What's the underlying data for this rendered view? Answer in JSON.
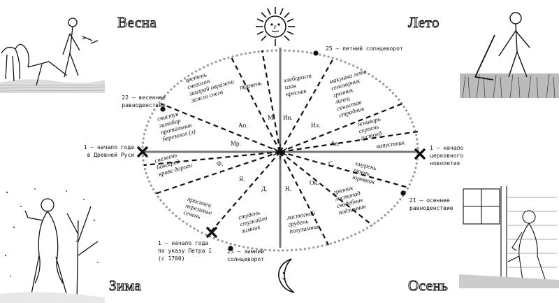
{
  "seasons": {
    "spring": "Весна",
    "summer": "Лето",
    "winter": "Зима",
    "autumn": "Осень"
  },
  "events": {
    "spring_equinox": "22 – весеннее\nравноденствие",
    "summer_solstice": "25 – летний солнцеворот",
    "autumn_equinox": "21 – осеннее\nравноденствие",
    "winter_solstice": "25 – зимний\nсолнцеворот",
    "new_year_rus": "1 – начало года\nв Древней Руси",
    "new_year_church": "1 – начало\nцерковного\nноволетия",
    "new_year_peter": "1 – начало года\nпо указу Петра I\n(с 1700)"
  },
  "months": {
    "march": "свистун\nзимобор\nпротальник\nберезозол (л)",
    "april": "цветень\nснегогон\nзаиграй овражки\nзажги снега",
    "may": "травень",
    "june": "хлеборост\nизок\nкресник",
    "july": "макушка лета\nсенозарник\nгрозник\nлипец\nсеностав\nстрадник",
    "august": "жниварь\nсерпень\nгустоед",
    "september": "капустник",
    "september2": "хмурень\nрюень\nзоревник",
    "october": "грязник\nлистопад\nсвадебник\nподзимник",
    "november": "листогной\nгрудень\nполузимник",
    "december": "студень\nстужайло\nзимник",
    "january": "просинец\nперезимье\nсечень",
    "february": "снежень\nбокогрей\nкриве дороги"
  },
  "abbr": {
    "mar": "Мр.",
    "apr": "Ап.",
    "may": "М.",
    "jun": "Ин.",
    "jul": "Ил.",
    "aug": "Ав.",
    "sep": "С.",
    "oct": "Ок.",
    "nov": "Н.",
    "dec": "Д.",
    "jan": "Я.",
    "feb": "Ф."
  },
  "icons": {
    "sun": "sun-icon",
    "moon": "moon-icon"
  }
}
